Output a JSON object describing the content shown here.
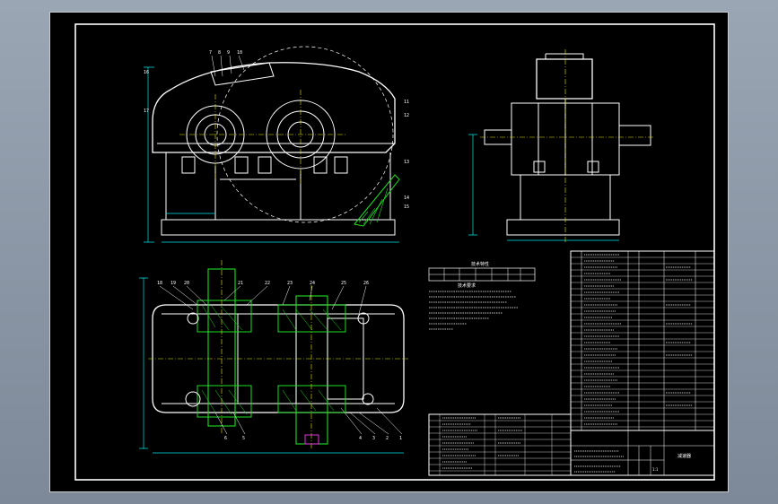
{
  "drawing": {
    "title_label": "减速器",
    "notes_title": "技术要求",
    "table_title": "技术特性",
    "scale_label": "1:1"
  },
  "colors": {
    "background": "#000000",
    "frame": "#ffffff",
    "dimension": "#00e5e5",
    "hatch": "#22dd22",
    "centerline": "#e8e800",
    "accent": "#dd33dd"
  },
  "callouts": {
    "front_top": [
      "7",
      "8",
      "9",
      "10"
    ],
    "front_right": [
      "11",
      "12",
      "13",
      "14",
      "15",
      "16",
      "17"
    ],
    "plan_top": [
      "18",
      "19",
      "20",
      "21",
      "22",
      "23",
      "24",
      "25",
      "26"
    ],
    "plan_bottom": [
      "6",
      "5",
      "4",
      "3",
      "2",
      "1"
    ]
  }
}
